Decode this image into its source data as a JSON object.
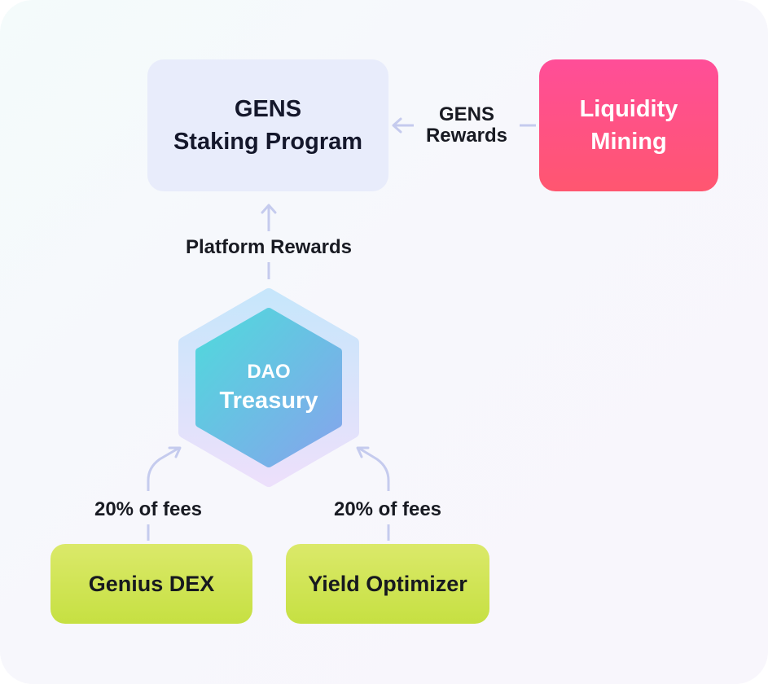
{
  "nodes": {
    "staking": {
      "line1": "GENS",
      "line2": "Staking Program"
    },
    "liquidity": {
      "line1": "Liquidity",
      "line2": "Mining"
    },
    "treasury": {
      "line1": "DAO",
      "line2": "Treasury"
    },
    "genius_dex": {
      "label": "Genius DEX"
    },
    "yield_optimizer": {
      "label": "Yield Optimizer"
    }
  },
  "edges": {
    "platform_rewards": "Platform Rewards",
    "gens_rewards": {
      "line1": "GENS",
      "line2": "Rewards"
    },
    "fees_dex": "20% of fees",
    "fees_yield": "20% of fees"
  },
  "colors": {
    "staking_fill": "#e8ecfb",
    "liquidity_fill": "#ff4e98",
    "source_fill": "#cfe44f",
    "treasury_fill": "#5fd3e0",
    "connector": "#c5cbee"
  }
}
